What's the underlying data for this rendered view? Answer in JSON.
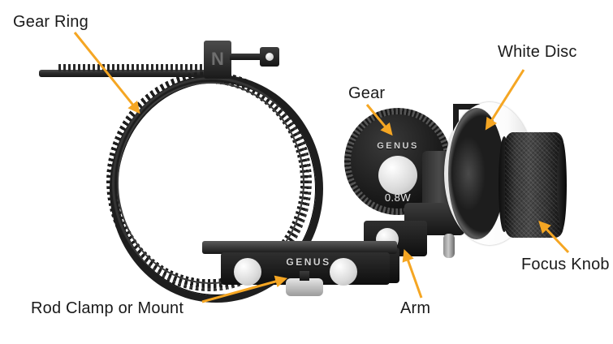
{
  "figure": {
    "title": "Follow focus unit annotated diagram",
    "background_color": "#ffffff",
    "arrow_color": "#F5A623",
    "label_color": "#1a1a1a"
  },
  "callouts": [
    {
      "id": "gear-ring",
      "label": "Gear Ring"
    },
    {
      "id": "gear",
      "label": "Gear"
    },
    {
      "id": "white-disc",
      "label": "White Disc"
    },
    {
      "id": "focus-knob",
      "label": "Focus Knob"
    },
    {
      "id": "arm",
      "label": "Arm"
    },
    {
      "id": "rod-clamp",
      "label": "Rod Clamp or Mount"
    }
  ],
  "product_markings": {
    "gear_brand": "GENUS",
    "gear_spec": "0.8W",
    "clamp_brand": "GENUS",
    "ring_clamp_logo": "N"
  }
}
